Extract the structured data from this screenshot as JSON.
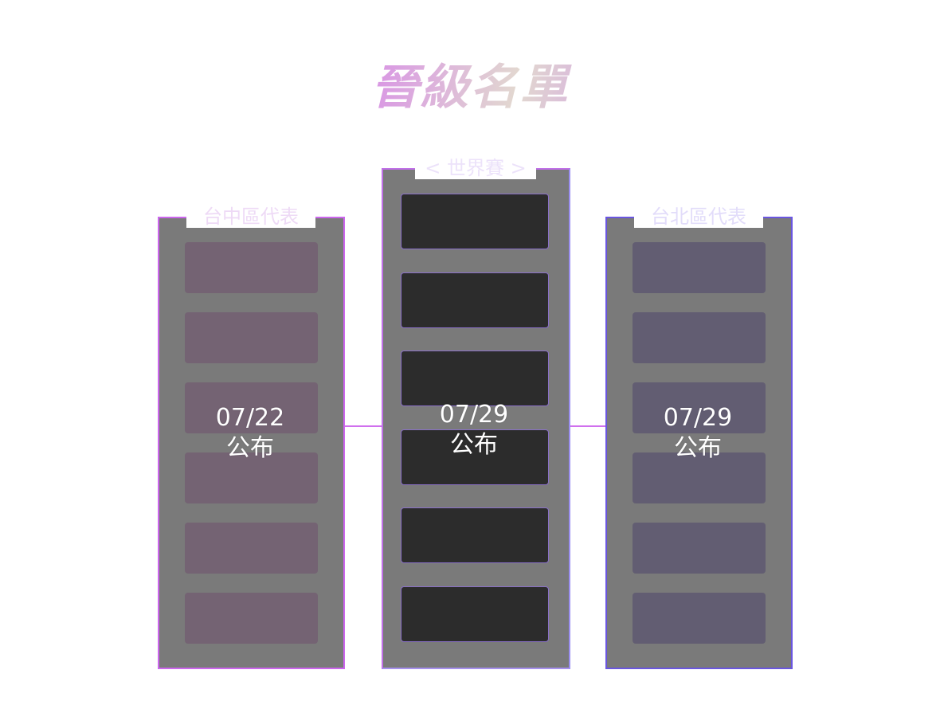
{
  "page": {
    "title": "晉級名單"
  },
  "columns": [
    {
      "label": "台中區代表",
      "announce_date": "07/22",
      "announce_text": "公布",
      "slot_count": 6,
      "accent_color": "#cc66ee"
    },
    {
      "label": "< 世界賽 >",
      "announce_date": "07/29",
      "announce_text": "公布",
      "slot_count": 6,
      "accent_color": "#c070e8"
    },
    {
      "label": "台北區代表",
      "announce_date": "07/29",
      "announce_text": "公布",
      "slot_count": 6,
      "accent_color": "#6a56e0"
    }
  ]
}
